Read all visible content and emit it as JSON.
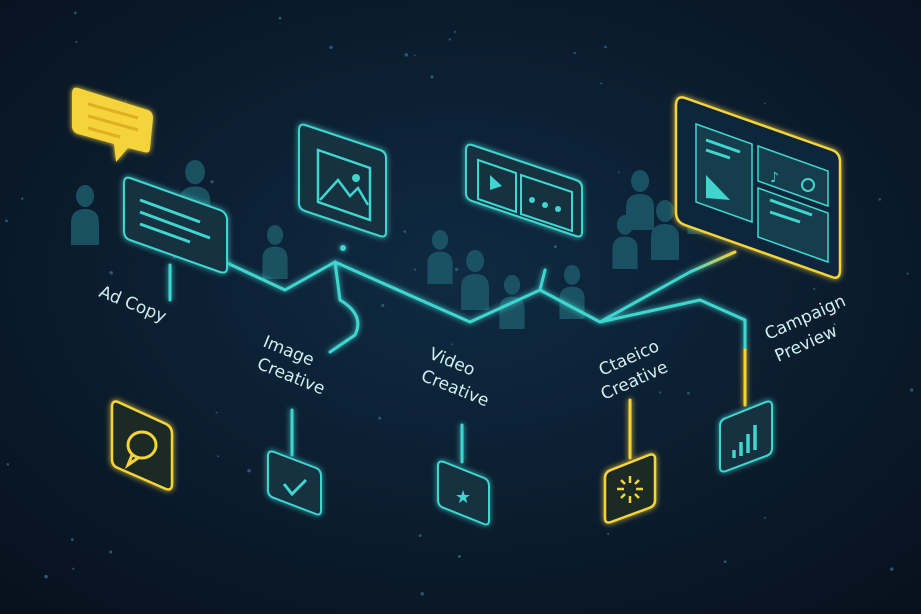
{
  "colors": {
    "background": "#0a1628",
    "teal": "#3fd6d0",
    "yellow": "#f5d33a",
    "panel": "#12323f"
  },
  "stages": [
    {
      "lines": [
        "Ad Copy"
      ],
      "icon": "chat-bubble-icon",
      "accent": "yellow"
    },
    {
      "lines": [
        "Image",
        "Creative"
      ],
      "icon": "checkmark-icon",
      "accent": "teal"
    },
    {
      "lines": [
        "Video",
        "Creative"
      ],
      "icon": "star-icon",
      "accent": "teal"
    },
    {
      "lines": [
        "Ctaeico",
        "Creative"
      ],
      "icon": "sparkle-burst-icon",
      "accent": "yellow"
    },
    {
      "lines": [
        "Campaign",
        "Preview"
      ],
      "icon": "bar-chart-icon",
      "accent": "teal"
    }
  ]
}
